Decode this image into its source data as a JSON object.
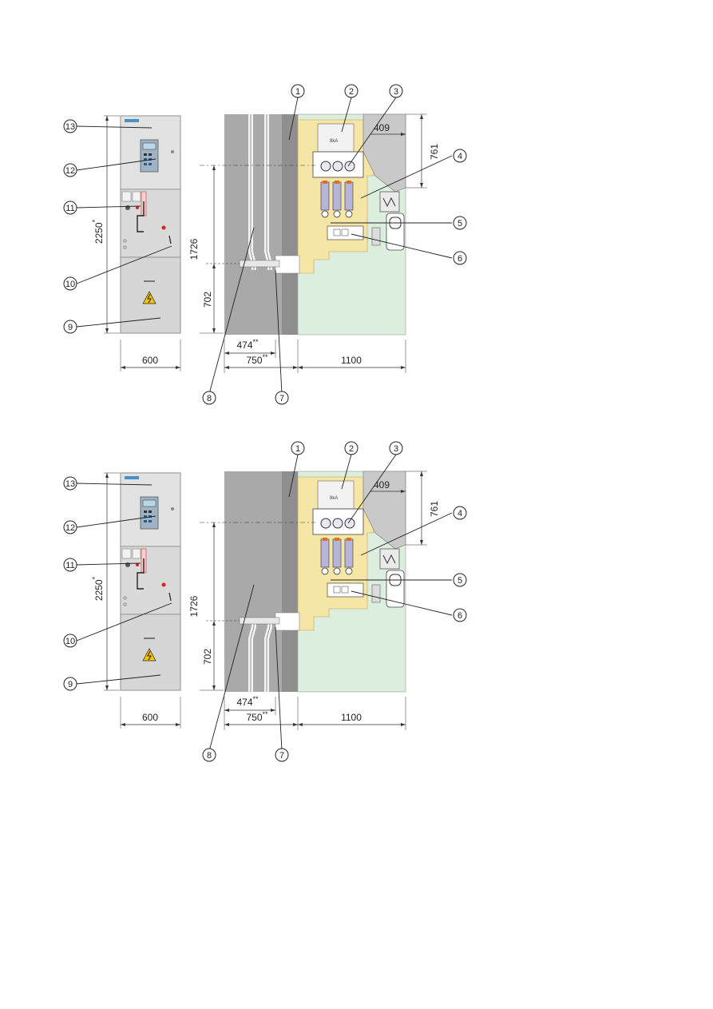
{
  "figures": [
    {
      "id": "top",
      "callouts": [
        "1",
        "2",
        "3",
        "4",
        "5",
        "6",
        "7",
        "8",
        "9",
        "10",
        "11",
        "12",
        "13"
      ],
      "dims": {
        "height_total": "2250",
        "height_total_mark": "*",
        "width_front": "600",
        "d1726": "1726",
        "d702": "702",
        "d474": "474",
        "d474_mark": "**",
        "d750": "750",
        "d750_mark": "**",
        "d1100": "1100",
        "d409": "409",
        "d761": "761"
      },
      "labels": {
        "fuse_label": "8kA"
      }
    },
    {
      "id": "bottom",
      "callouts": [
        "1",
        "2",
        "3",
        "4",
        "5",
        "6",
        "7",
        "8",
        "9",
        "10",
        "11",
        "12",
        "13"
      ],
      "dims": {
        "height_total": "2250",
        "height_total_mark": "*",
        "width_front": "600",
        "d1726": "1726",
        "d702": "702",
        "d474": "474",
        "d474_mark": "**",
        "d750": "750",
        "d750_mark": "**",
        "d1100": "1100",
        "d409": "409",
        "d761": "761"
      },
      "labels": {
        "fuse_label": "8kA"
      }
    }
  ],
  "colors": {
    "cable_compartment": "#a9a9a9",
    "busbar_compartment": "#f6e6a6",
    "switch_compartment": "#dceedd",
    "panel_gray": "#d9d9d9",
    "display_blue": "#4a7ea8",
    "callout_stroke": "#222222"
  }
}
